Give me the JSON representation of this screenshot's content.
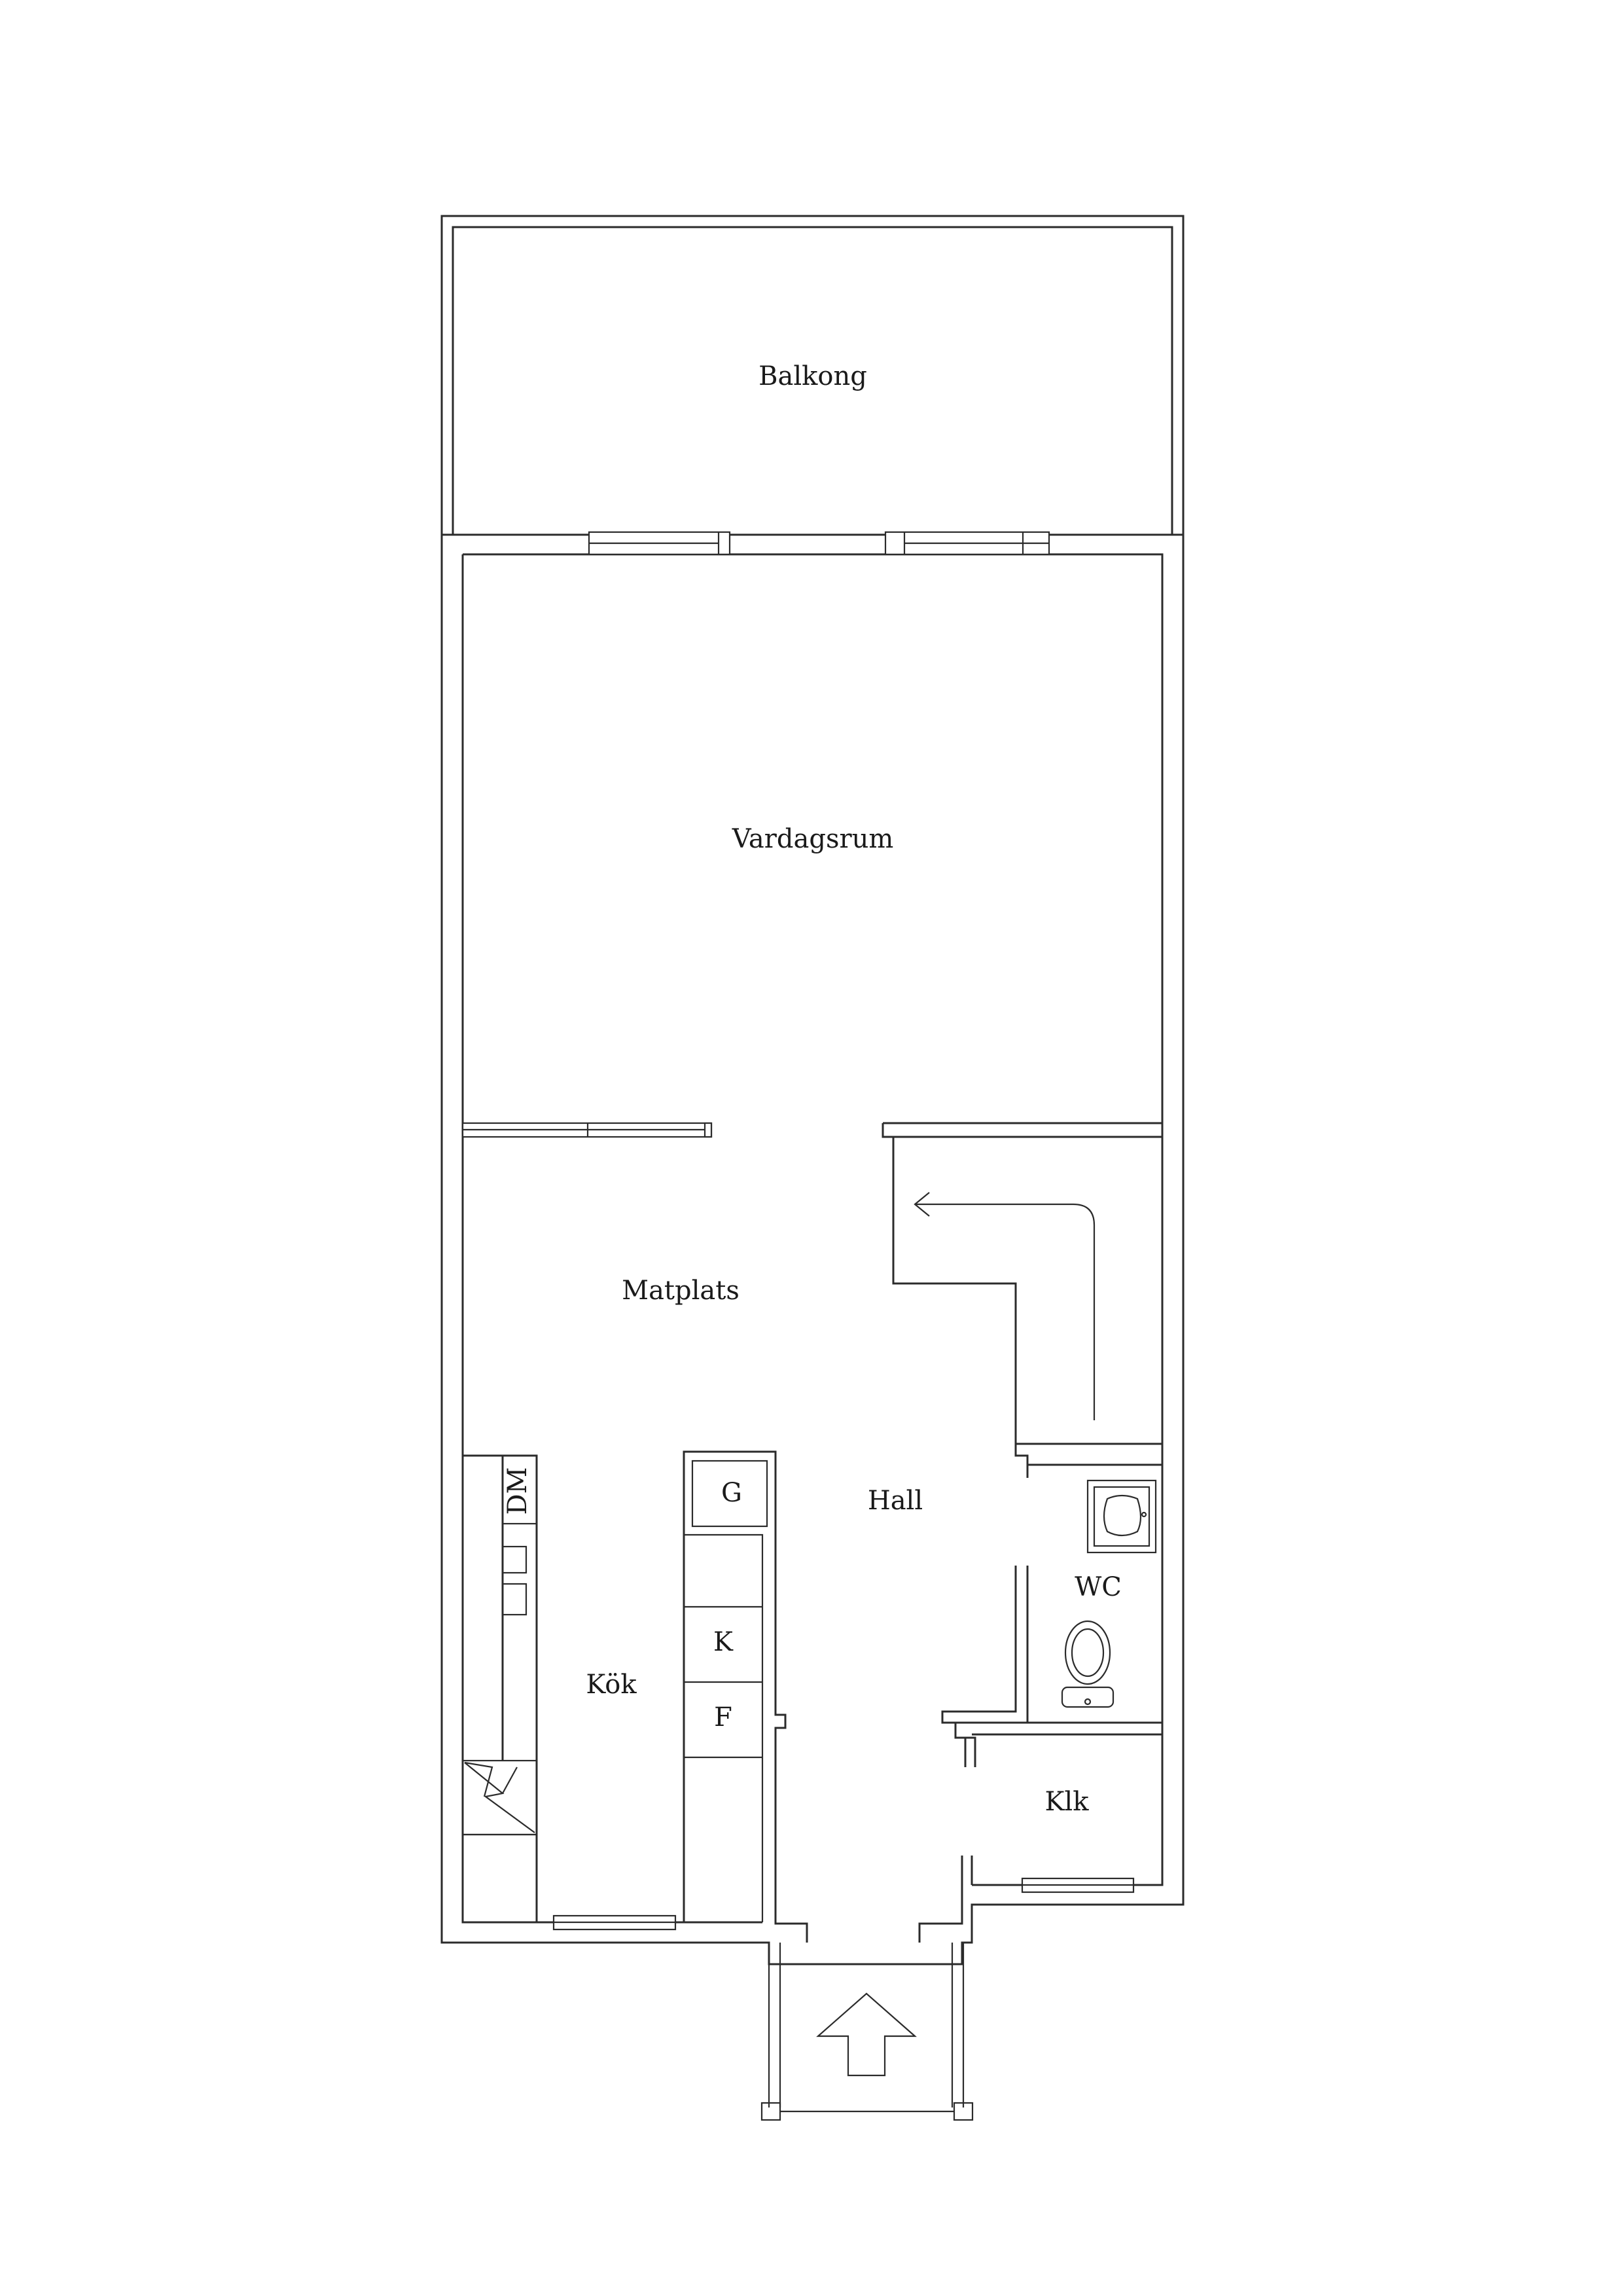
{
  "rooms": {
    "balcony": "Balkong",
    "living_room": "Vardagsrum",
    "dining": "Matplats",
    "hall": "Hall",
    "kitchen": "Kök",
    "wc": "WC",
    "closet": "Klk"
  },
  "appliances": {
    "dishwasher": "DM",
    "g": "G",
    "fridge": "K",
    "freezer": "F"
  },
  "icons": {
    "stair_arrow": "stair-direction-arrow",
    "entrance_arrow": "entrance-arrow",
    "sink": "sink-icon",
    "toilet": "toilet-icon",
    "stove": "stove-icon"
  }
}
